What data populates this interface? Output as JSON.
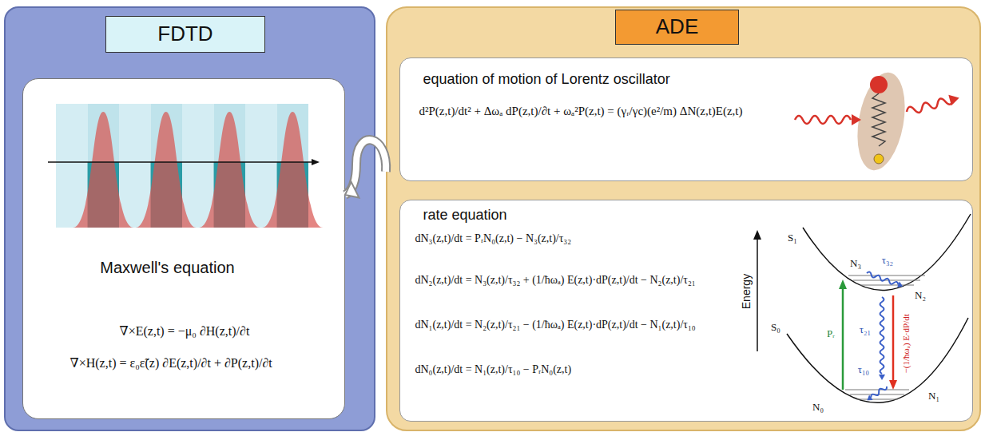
{
  "diagram": {
    "nodes": [
      {
        "text": [
          "FDTD"
        ]
      },
      {
        "text": [
          "Maxwell's equation",
          "∇×E(z,t) = −μ₀ ∂H(z,t)/∂t",
          "∇×H(z,t) = ε₀ε̃(z) ∂E(z,t)/∂t + ∂P(z,t)/∂t"
        ],
        "in": 0
      },
      {
        "text": [
          "ADE"
        ]
      },
      {
        "text": [
          "equation of motion of Lorentz oscillator",
          "d²P(z,t)/dt² + Δωₐ dP(z,t)/∂t + ωₐ²P(z,t) = (γᵣ/γc)(e²/m) ΔN(z,t)E(z,t)"
        ],
        "in": 2
      },
      {
        "text": [
          "rate equation",
          "dN₃(z,t)/dt = PᵣN₀(z,t) − N₃(z,t)/τ₃₂",
          "dN₂(z,t)/dt = N₃(z,t)/τ₃₂ + (1/ħωₐ) E(z,t)·dP(z,t)/dt − N₂(z,t)/τ₂₁",
          "dN₁(z,t)/dt = N₂(z,t)/τ₂₁ − (1/ħωₐ) E(z,t)·dP(z,t)/dt − N₁(z,t)/τ₁₀",
          "dN₀(z,t)/dt = N₁(z,t)/τ₁₀ − PᵣN₀(z,t)"
        ],
        "in": 2
      }
    ],
    "edges": [
      {
        "from": 2,
        "to": 1,
        "arrow": "to"
      }
    ],
    "labels": [
      "Energy",
      "S₁",
      "S₀",
      "N₃",
      "N₂",
      "N₁",
      "N₀",
      "τ₃₂",
      "τ₂₁",
      "τ₁₀",
      "Pᵣ",
      "−(1/ħωₐ) E·dP/dt"
    ]
  }
}
